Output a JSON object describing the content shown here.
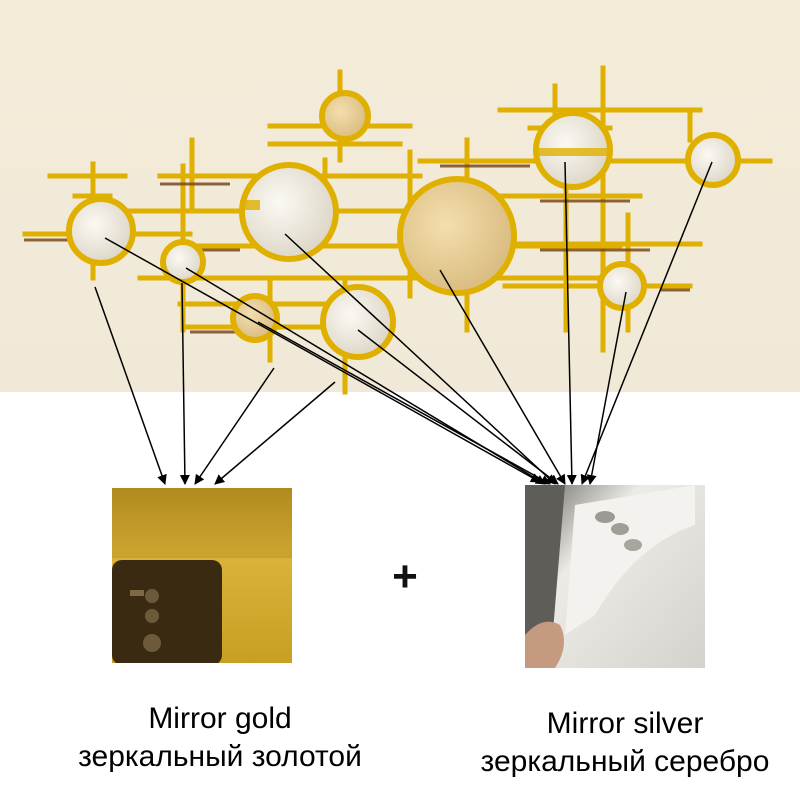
{
  "colors": {
    "wall": "#efe6cf",
    "gold_frame": "#e0b000",
    "gold_mirror": "#c89a1c",
    "silver_mirror": "#e2e0dc",
    "arrow": "#000000"
  },
  "plus_sign": "+",
  "gold": {
    "title": "Mirror gold",
    "subtitle": "зеркальный золотой",
    "icon": "gold-mirror-swatch"
  },
  "silver": {
    "title": "Mirror silver",
    "subtitle": "зеркальный серебро",
    "icon": "silver-mirror-swatch"
  }
}
